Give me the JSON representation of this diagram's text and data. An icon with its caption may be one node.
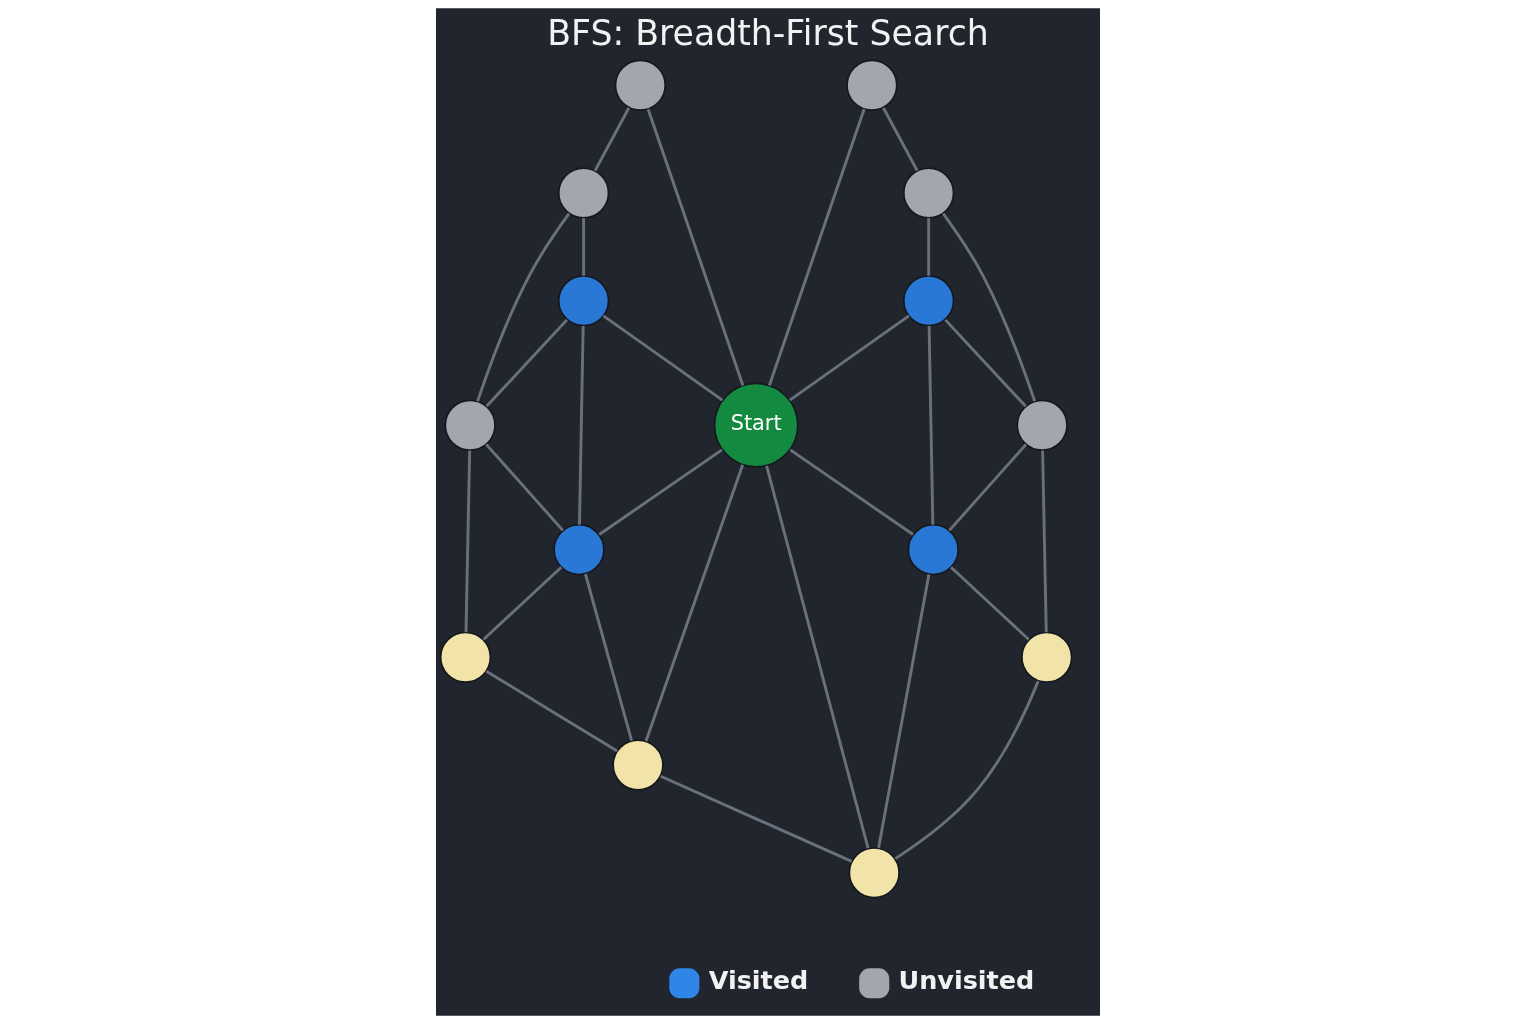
{
  "diagram": {
    "title": "BFS: Breadth-First Search",
    "nodes": [
      {
        "text": [],
        "shape": "circle"
      },
      {
        "text": [],
        "shape": "circle"
      },
      {
        "text": [],
        "shape": "circle"
      },
      {
        "text": [],
        "shape": "circle"
      },
      {
        "text": [],
        "shape": "circle"
      },
      {
        "text": [],
        "shape": "circle"
      },
      {
        "text": [
          "Start"
        ]
      },
      {
        "text": [],
        "shape": "circle"
      },
      {
        "text": [],
        "shape": "circle"
      },
      {
        "text": [],
        "shape": "circle"
      },
      {
        "text": [],
        "shape": "circle"
      },
      {
        "text": [],
        "shape": "circle"
      },
      {
        "text": [],
        "shape": "circle"
      },
      {
        "text": [],
        "shape": "circle"
      },
      {
        "text": [],
        "shape": "circle"
      }
    ],
    "edges": [
      {
        "from": 0,
        "to": 2,
        "arrow": "none"
      },
      {
        "from": 0,
        "to": 6,
        "arrow": "none"
      },
      {
        "from": 1,
        "to": 6,
        "arrow": "none"
      },
      {
        "from": 1,
        "to": 3,
        "arrow": "none"
      },
      {
        "from": 2,
        "to": 4,
        "arrow": "none"
      },
      {
        "from": 2,
        "to": 7,
        "arrow": "none"
      },
      {
        "from": 3,
        "to": 5,
        "arrow": "none"
      },
      {
        "from": 3,
        "to": 8,
        "arrow": "none"
      },
      {
        "from": 4,
        "to": 6,
        "arrow": "none"
      },
      {
        "from": 4,
        "to": 7,
        "arrow": "none"
      },
      {
        "from": 4,
        "to": 9,
        "arrow": "none"
      },
      {
        "from": 5,
        "to": 6,
        "arrow": "none"
      },
      {
        "from": 5,
        "to": 8,
        "arrow": "none"
      },
      {
        "from": 5,
        "to": 10,
        "arrow": "none"
      },
      {
        "from": 6,
        "to": 9,
        "arrow": "none"
      },
      {
        "from": 6,
        "to": 10,
        "arrow": "none"
      },
      {
        "from": 6,
        "to": 13,
        "arrow": "none"
      },
      {
        "from": 6,
        "to": 14,
        "arrow": "none"
      },
      {
        "from": 7,
        "to": 9,
        "arrow": "none"
      },
      {
        "from": 7,
        "to": 11,
        "arrow": "none"
      },
      {
        "from": 8,
        "to": 10,
        "arrow": "none"
      },
      {
        "from": 8,
        "to": 12,
        "arrow": "none"
      },
      {
        "from": 9,
        "to": 11,
        "arrow": "none"
      },
      {
        "from": 9,
        "to": 13,
        "arrow": "none"
      },
      {
        "from": 10,
        "to": 14,
        "arrow": "none"
      },
      {
        "from": 10,
        "to": 12,
        "arrow": "none"
      },
      {
        "from": 11,
        "to": 13,
        "arrow": "none"
      },
      {
        "from": 12,
        "to": 14,
        "arrow": "none"
      },
      {
        "from": 13,
        "to": 14,
        "arrow": "none"
      }
    ],
    "legend": [
      {
        "text": "Visited",
        "color": "#2f86e8"
      },
      {
        "text": "Unvisited",
        "color": "#a3a6ad"
      }
    ]
  }
}
